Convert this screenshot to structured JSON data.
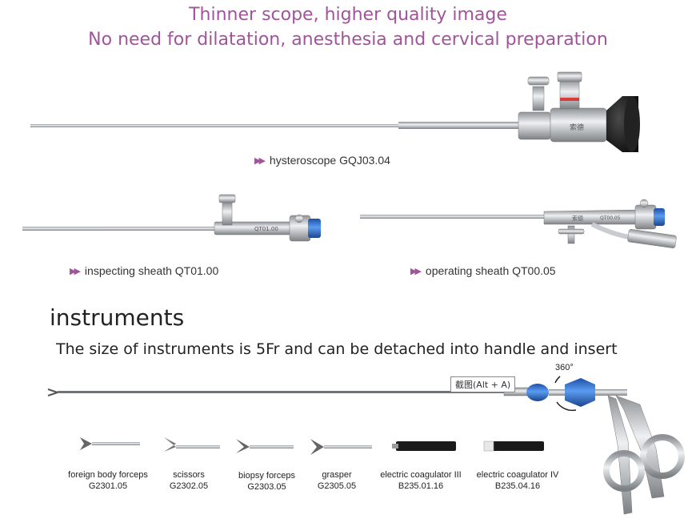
{
  "headline": {
    "line1": "Thinner scope, higher quality image",
    "line2": "No need for dilatation, anesthesia and cervical preparation"
  },
  "products": {
    "hysteroscope": {
      "label": "hysteroscope GQJ03.04",
      "etched_text": "索德"
    },
    "inspecting_sheath": {
      "label": "inspecting sheath QT01.00",
      "etched_text": "QT01.00"
    },
    "operating_sheath": {
      "label": "operating sheath QT00.05",
      "etched_text": "索德",
      "etched_code": "QT00.05"
    }
  },
  "instruments": {
    "title": "instruments",
    "subtitle": "The size of instruments is 5Fr and can be detached into handle and insert",
    "rotation_label": "360°",
    "tooltip": "截图(Alt + A)",
    "items": [
      {
        "name": "foreign body forceps",
        "code": "G2301.05"
      },
      {
        "name": "scissors",
        "code": "G2302.05"
      },
      {
        "name": "biopsy forceps",
        "code": "G2303.05"
      },
      {
        "name": "grasper",
        "code": "G2305.05"
      },
      {
        "name": "electric coagulator III",
        "code": "B235.01.16"
      },
      {
        "name": "electric coagulator IV",
        "code": "B235.04.16"
      }
    ]
  },
  "colors": {
    "accent": "#a0559a",
    "blue_part": "#2f6fd6",
    "steel": "#b9bcc0",
    "dark_eyepiece": "#1b1b1b"
  }
}
